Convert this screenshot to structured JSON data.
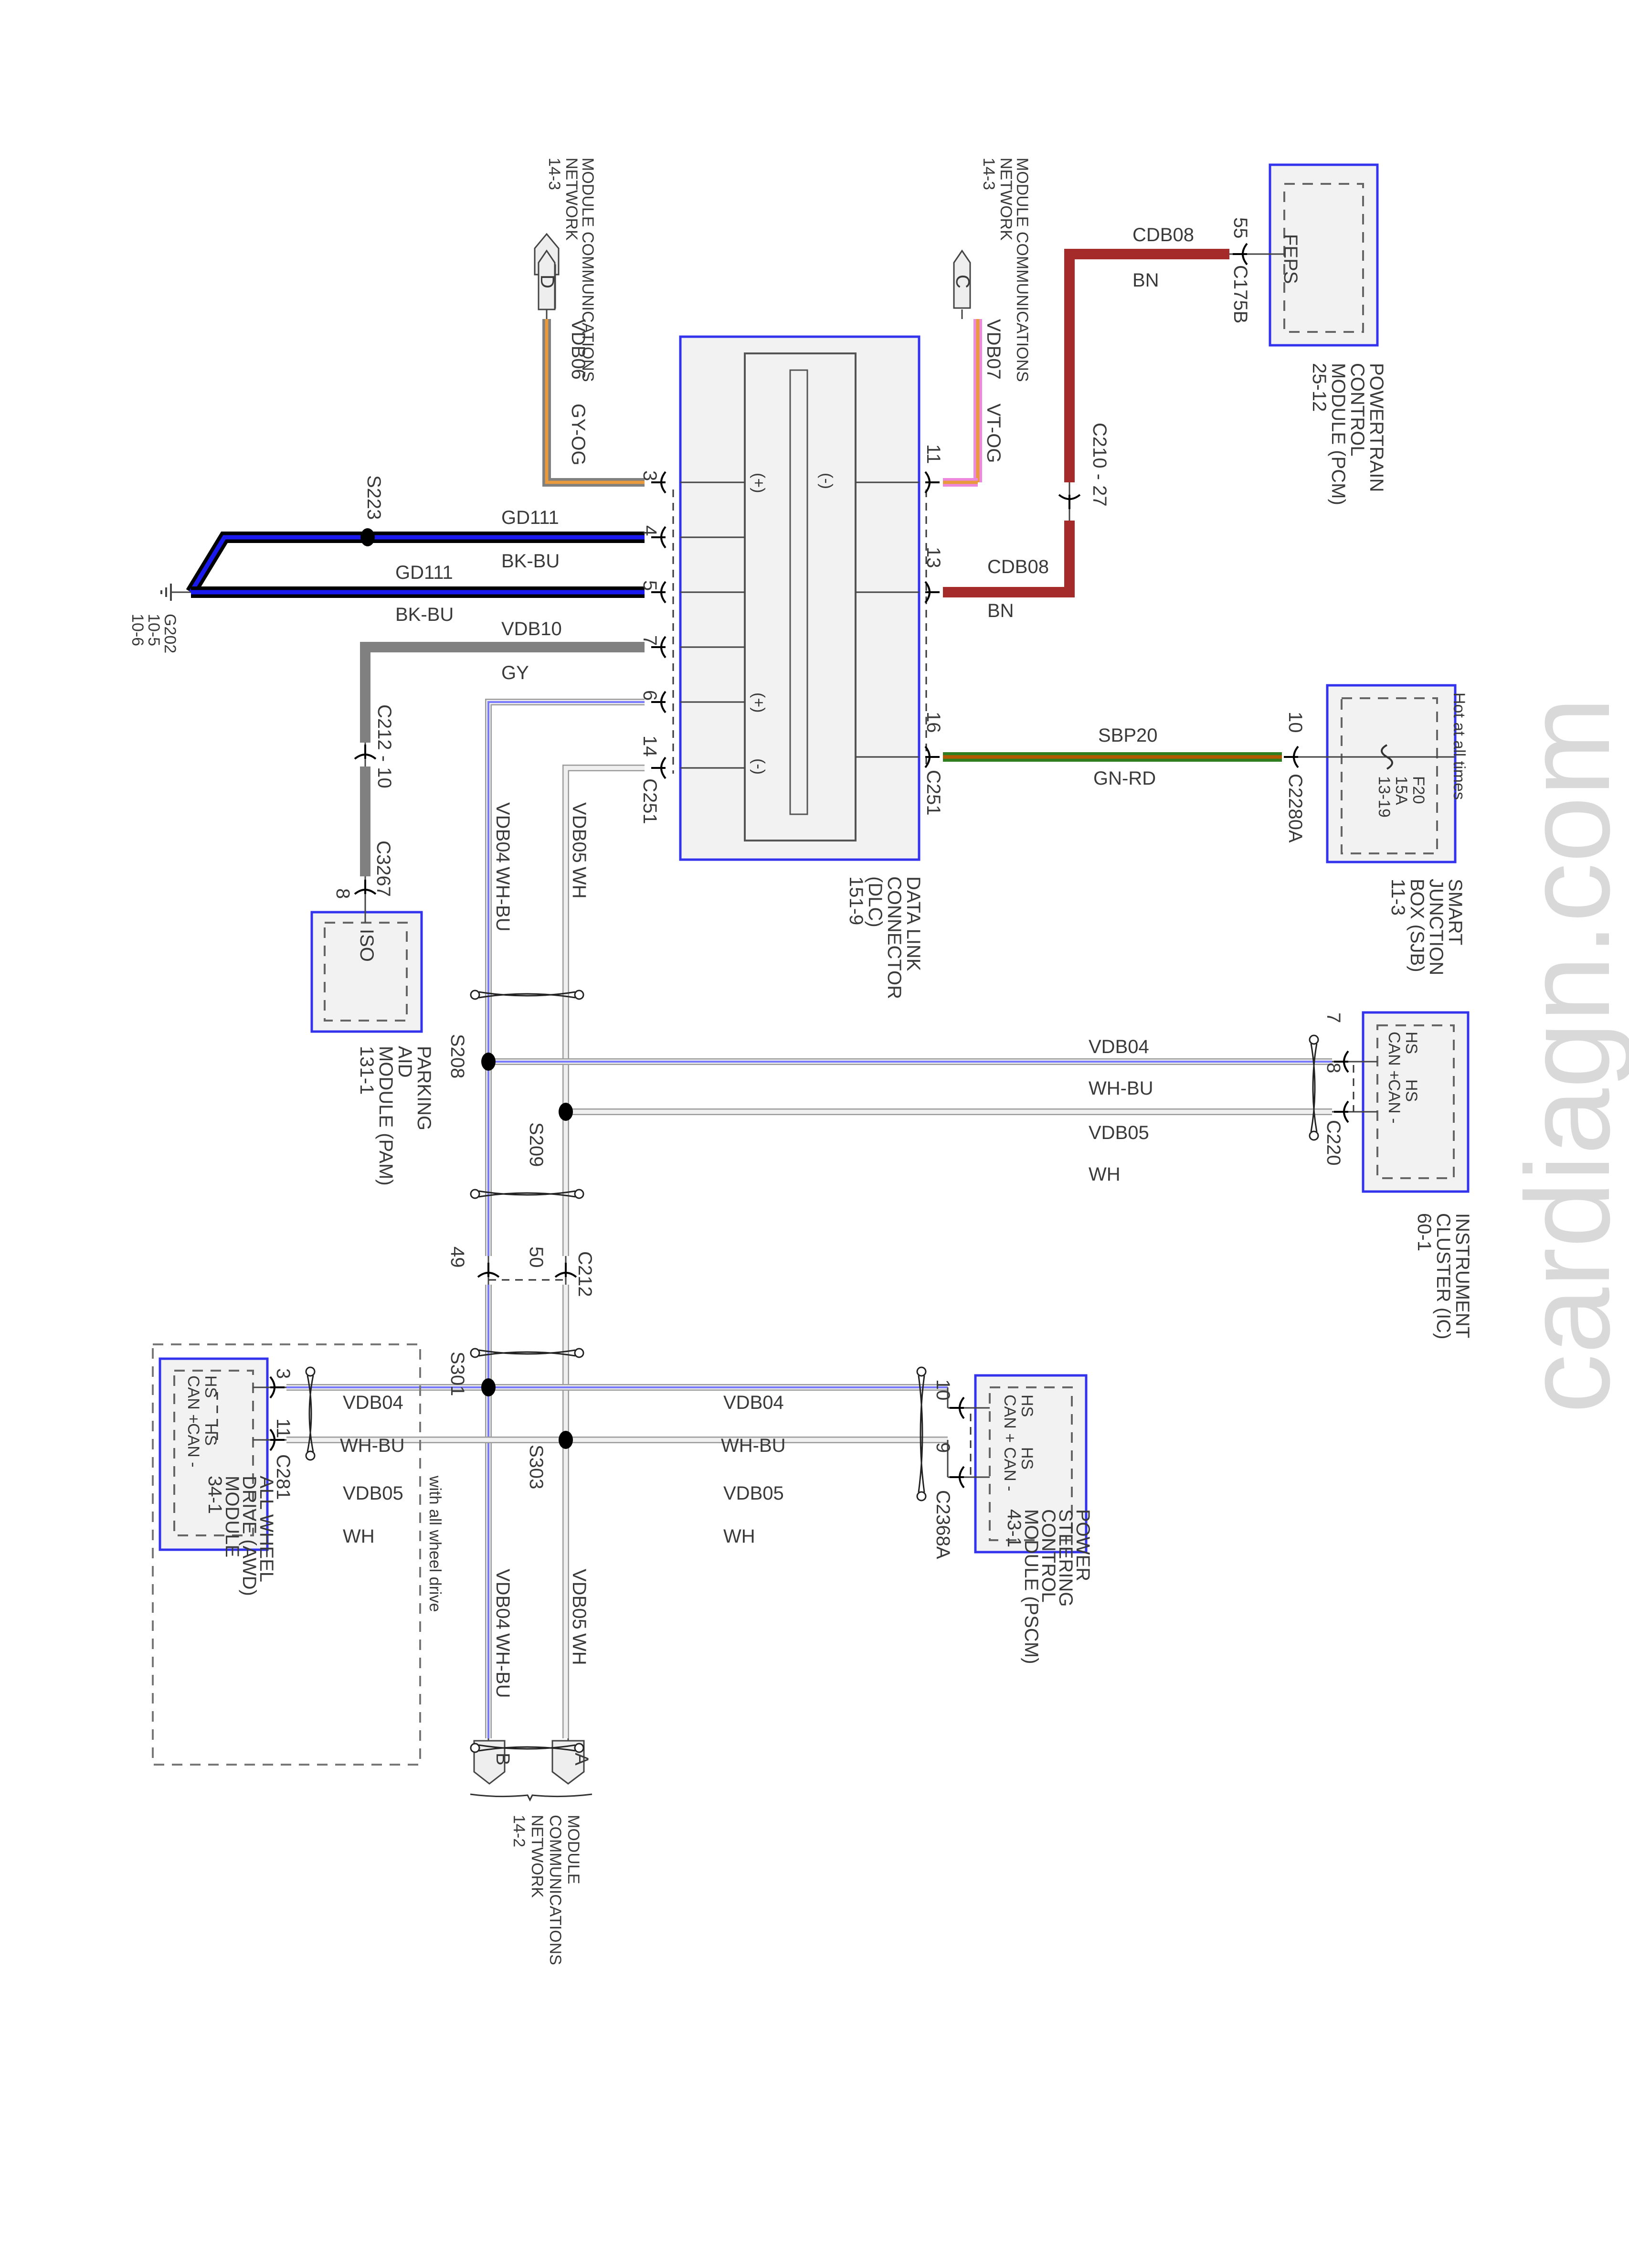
{
  "watermark": "cardiagn.com",
  "colors": {
    "module_border": "#3333ee",
    "module_fill": "#f2f2f2",
    "BN": "#a52a2a",
    "GY": "#808080",
    "BK": "#000000",
    "BU": "#1a1aee",
    "OG": "#e89a3c",
    "VT": "#ee88dd",
    "GN": "#2e7d1f",
    "RD": "#b35900",
    "WH": "#d8d8d8",
    "WH_BU_stripe": "#7a7aff"
  },
  "components": {
    "dlc": {
      "name_lines": [
        "DATA LINK",
        "CONNECTOR",
        "(DLC)",
        "151-9"
      ],
      "connector": "C251",
      "pin_symbols": {
        "p3": "(+)",
        "p11": "(-)",
        "p6": "(+)",
        "p14": "(-)"
      }
    },
    "pcm": {
      "name_lines": [
        "POWERTRAIN",
        "CONTROL",
        "MODULE (PCM)",
        "25-12"
      ],
      "internal_label": "FEPS",
      "pin": "55",
      "connector": "C175B"
    },
    "sjb": {
      "name_lines": [
        "SMART",
        "JUNCTION",
        "BOX (SJB)",
        "11-3"
      ],
      "fuse_lines": [
        "F20",
        "15A",
        "13-19"
      ],
      "pin": "10",
      "connector": "C2280A",
      "note": "Hot at all times"
    },
    "pam": {
      "name_lines": [
        "PARKING",
        "AID",
        "MODULE (PAM)",
        "131-1"
      ],
      "internal_label": "ISO",
      "pin": "8",
      "connector": "C3267"
    },
    "ic": {
      "name_lines": [
        "INSTRUMENT",
        "CLUSTER (IC)",
        "60-1"
      ],
      "internal_lines": [
        "HS",
        "CAN +",
        "HS",
        "CAN -"
      ],
      "pins": [
        "7",
        "8"
      ],
      "connector": "C220"
    },
    "pscm": {
      "name_lines": [
        "POWER",
        "STEERING",
        "CONTROL",
        "MODULE (PSCM)",
        "43-1"
      ],
      "internal_lines": [
        "HS",
        "CAN +",
        "HS",
        "CAN -"
      ],
      "pins": [
        "10",
        "9"
      ],
      "connector": "C2368A"
    },
    "awd": {
      "name_lines": [
        "ALL WHEEL",
        "DRIVE (AWD)",
        "MODULE",
        "34-1"
      ],
      "internal_lines": [
        "HS",
        "CAN +",
        "HS",
        "CAN -"
      ],
      "pins": [
        "3",
        "11"
      ],
      "connector": "C281",
      "option_note": "with all wheel drive"
    }
  },
  "offpage": {
    "D": {
      "letter": "D",
      "ref_lines": [
        "MODULE COMMUNICATIONS",
        "NETWORK",
        "14-3"
      ]
    },
    "C": {
      "letter": "C",
      "ref_lines": [
        "MODULE COMMUNICATIONS",
        "NETWORK",
        "14-3"
      ]
    },
    "A": {
      "letter": "A"
    },
    "B": {
      "letter": "B"
    },
    "AB_ref_lines": [
      "MODULE",
      "COMMUNICATIONS",
      "NETWORK",
      "14-2"
    ]
  },
  "ground": {
    "name": "G202",
    "refs": [
      "10-5",
      "10-6"
    ]
  },
  "dlc_pins": [
    "3",
    "4",
    "5",
    "7",
    "6",
    "14",
    "11",
    "13",
    "16"
  ],
  "circuits": {
    "vdb06": {
      "circuit": "VDB06",
      "color": "GY-OG"
    },
    "vdb07": {
      "circuit": "VDB07",
      "color": "VT-OG"
    },
    "cdb08_a": {
      "circuit": "CDB08",
      "color": "BN"
    },
    "cdb08_b": {
      "circuit": "CDB08",
      "color": "BN"
    },
    "gd111_a": {
      "circuit": "GD111",
      "color": "BK-BU"
    },
    "gd111_b": {
      "circuit": "GD111",
      "color": "BK-BU"
    },
    "vdb10": {
      "circuit": "VDB10",
      "color": "GY"
    },
    "sbp20": {
      "circuit": "SBP20",
      "color": "GN-RD"
    },
    "vdb04_dlc": {
      "circuit": "VDB04",
      "color": "WH-BU"
    },
    "vdb05_dlc": {
      "circuit": "VDB05",
      "color": "WH"
    },
    "vdb04_ic": {
      "circuit": "VDB04",
      "color": "WH-BU"
    },
    "vdb05_ic": {
      "circuit": "VDB05",
      "color": "WH"
    },
    "vdb04_awd": {
      "circuit": "VDB04",
      "color": "WH-BU"
    },
    "vdb05_awd": {
      "circuit": "VDB05",
      "color": "WH"
    },
    "vdb04_pscm": {
      "circuit": "VDB04",
      "color": "WH-BU"
    },
    "vdb05_pscm": {
      "circuit": "VDB05",
      "color": "WH"
    },
    "vdb04_down": {
      "circuit": "VDB04",
      "color": "WH-BU"
    },
    "vdb05_down": {
      "circuit": "VDB05",
      "color": "WH"
    }
  },
  "inline_connectors": {
    "c210": "C210 - 27",
    "c212_gy": "C212 - 10",
    "c212": {
      "name": "C212",
      "pins": [
        "49",
        "50"
      ]
    }
  },
  "splices": [
    "S223",
    "S208",
    "S209",
    "S301",
    "S303"
  ]
}
